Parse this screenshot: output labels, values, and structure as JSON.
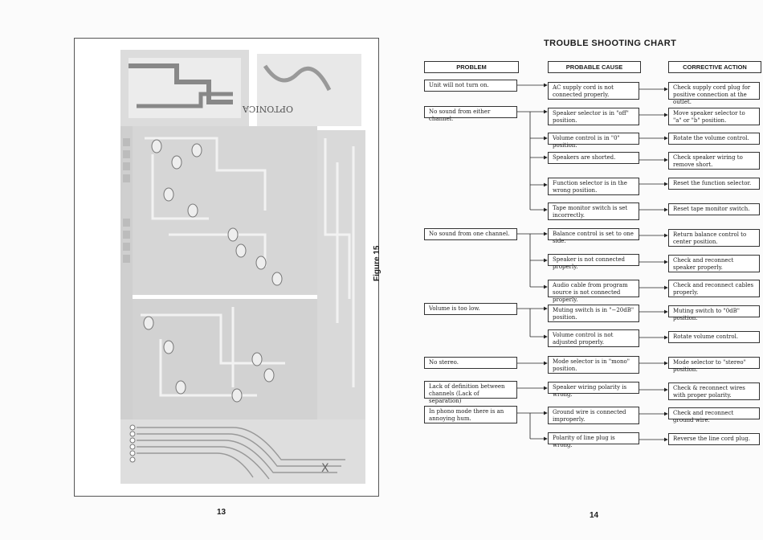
{
  "title": "TROUBLE SHOOTING CHART",
  "figure_label": "Figure 15",
  "pcb_label": "OPTONICA",
  "page_left": "13",
  "page_right": "14",
  "headers": {
    "problem": "PROBLEM",
    "cause": "PROBABLE CAUSE",
    "action": "CORRECTIVE ACTION"
  },
  "problems": [
    "Unit will not turn on.",
    "No sound from either channel.",
    "No sound from one channel.",
    "Volume is too low.",
    "No stereo.",
    "Lack of definition between channels (Lack of separation)",
    "In phono mode there is an annoying hum."
  ],
  "causes": [
    "AC supply cord is not connected properly.",
    "Speaker selector is in \"off\" position.",
    "Volume control is in \"0\" position.",
    "Speakers are shorted.",
    "Function selector is in the wrong position.",
    "Tape monitor switch is set incorrectly.",
    "Balance control is set to one side.",
    "Speaker is not connected properly.",
    "Audio cable from program source is not connected properly.",
    "Muting switch is in \"−20dB\" position.",
    "Volume control is not adjusted properly.",
    "Mode selector is in \"mono\" position.",
    "Speaker wiring polarity is wrong.",
    "Ground wire is connected improperly.",
    "Polarity of line plug is wrong."
  ],
  "actions": [
    "Check supply cord plug for positive connection at the outlet.",
    "Move speaker selector to \"a\" or \"b\" position.",
    "Rotate the volume control.",
    "Check speaker wiring to remove short.",
    "Reset the function selector.",
    "Reset tape monitor switch.",
    "Return balance control to center position.",
    "Check and reconnect speaker properly.",
    "Check and reconnect cables properly.",
    "Muting switch to \"0dB\" position.",
    "Rotate volume control.",
    "Mode selector to \"stereo\" position.",
    "Check & reconnect wires with proper polarity.",
    "Check and reconnect ground wire.",
    "Reverse the line cord plug."
  ]
}
